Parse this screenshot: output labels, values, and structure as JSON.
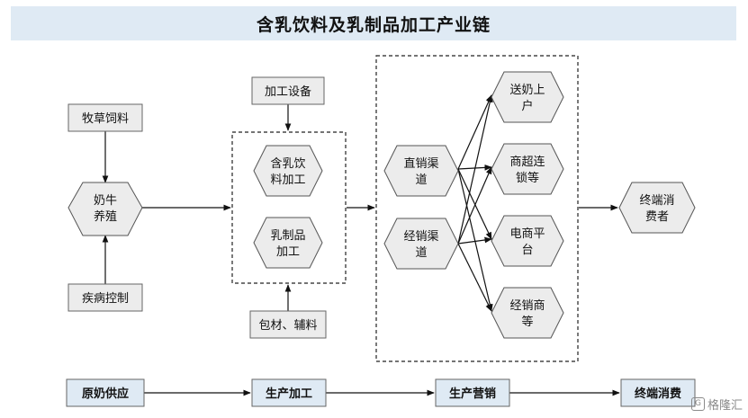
{
  "title": "含乳饮料及乳制品加工产业链",
  "nodes": {
    "forage": "牧草饲料",
    "cattle": [
      "奶牛",
      "养殖"
    ],
    "disease": "疾病控制",
    "equipment": "加工设备",
    "milk_drink": [
      "含乳饮",
      "料加工"
    ],
    "dairy": [
      "乳制品",
      "加工"
    ],
    "packaging": "包材、辅料",
    "direct_channel": [
      "直销渠",
      "道"
    ],
    "dealer_channel": [
      "经销渠",
      "道"
    ],
    "to_households": [
      "送奶上",
      "户"
    ],
    "supermarkets": [
      "商超连",
      "锁等"
    ],
    "ecommerce": [
      "电商平",
      "台"
    ],
    "dealers": [
      "经销商",
      "等"
    ],
    "consumers": [
      "终端消",
      "费者"
    ]
  },
  "stages": [
    "原奶供应",
    "生产加工",
    "生产营销",
    "终端消费"
  ],
  "watermark": "格隆汇",
  "colors": {
    "title_bg": "#dfeaf4",
    "node_fill": "#ececec",
    "stage_fill": "#dfeaf4"
  }
}
